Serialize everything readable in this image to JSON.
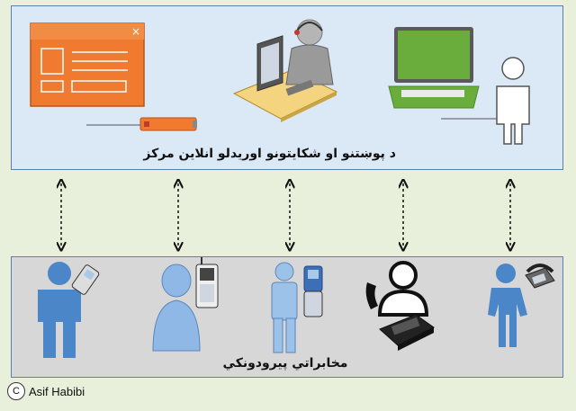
{
  "top_panel": {
    "title": "د پوښتنو او شکایتونو اوریدلو انلاین مرکز",
    "items": [
      {
        "id": "web-window",
        "icon": "browser-window-icon",
        "color": "#ef7a30"
      },
      {
        "id": "operator",
        "icon": "call-center-operator-icon"
      },
      {
        "id": "workstation",
        "icon": "laptop-user-icon",
        "color": "#6aad3c"
      }
    ]
  },
  "bottom_panel": {
    "title": "مخابراتي پيرودونکي",
    "items": [
      {
        "id": "mobile-user",
        "icon": "person-mobile-phone-icon"
      },
      {
        "id": "cellphone-user",
        "icon": "person-cellphone-icon"
      },
      {
        "id": "flip-phone-user",
        "icon": "person-flip-phone-icon"
      },
      {
        "id": "desk-phone-user",
        "icon": "person-desk-phone-icon"
      },
      {
        "id": "landline-user",
        "icon": "person-landline-icon"
      }
    ]
  },
  "connectors": {
    "count": 5,
    "style": "dotted-bidirectional"
  },
  "credit": {
    "badge": "C",
    "author": "Asif Habibi"
  },
  "colors": {
    "top_bg": "#dbe8f6",
    "bottom_bg": "#d7d7d7",
    "person_blue": "#4a86c8",
    "accent_orange": "#ef7a30",
    "accent_green": "#6aad3c"
  }
}
